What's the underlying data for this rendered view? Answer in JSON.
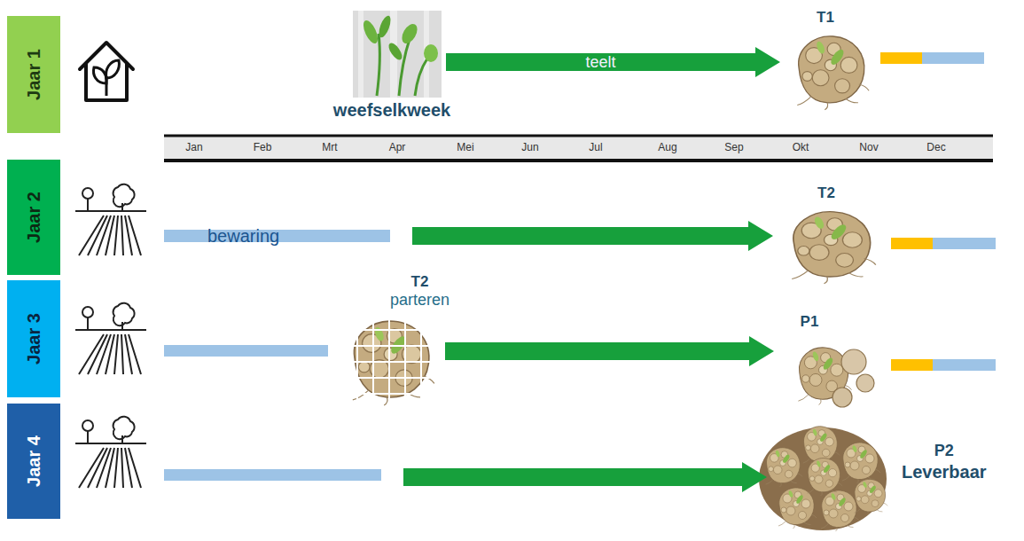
{
  "diagram": {
    "nodes": [
      {
        "text": [
          "Jaar 1"
        ]
      },
      {
        "text": [
          "weefselkweek"
        ]
      },
      {
        "text": [
          "T1"
        ]
      },
      {
        "text": [
          "Jaar 2"
        ]
      },
      {
        "text": [
          "bewaring"
        ]
      },
      {
        "text": [
          "T2"
        ]
      },
      {
        "text": [
          "Jaar 3"
        ]
      },
      {
        "text": [
          "T2",
          "parteren"
        ]
      },
      {
        "text": [
          "P1"
        ]
      },
      {
        "text": [
          "Jaar 4"
        ]
      },
      {
        "text": [
          "P2",
          "Leverbaar"
        ]
      }
    ],
    "edges": [
      {
        "from": 1,
        "to": 2,
        "arrow": "to",
        "label": "teelt"
      },
      {
        "from": 4,
        "to": 5,
        "arrow": "to"
      },
      {
        "from": 7,
        "to": 8,
        "arrow": "to"
      }
    ],
    "labels": [
      "Jan",
      "Feb",
      "Mrt",
      "Apr",
      "Mei",
      "Jun",
      "Jul",
      "Aug",
      "Sep",
      "Okt",
      "Nov",
      "Dec"
    ]
  }
}
